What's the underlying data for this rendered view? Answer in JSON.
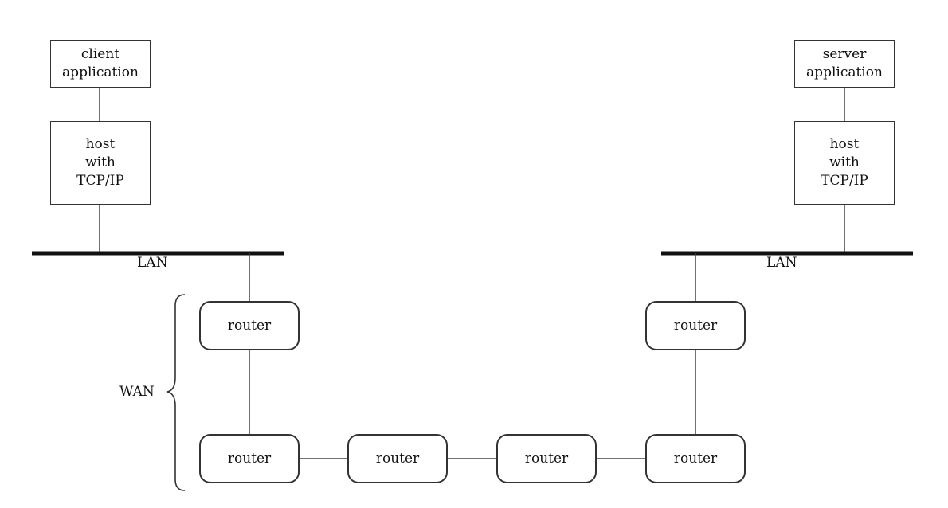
{
  "client": {
    "app": "client\napplication",
    "host": "host\nwith\nTCP/IP"
  },
  "server": {
    "app": "server\napplication",
    "host": "host\nwith\nTCP/IP"
  },
  "lan_left": "LAN",
  "lan_right": "LAN",
  "wan": "WAN",
  "routers": [
    "router",
    "router",
    "router",
    "router",
    "router",
    "router"
  ]
}
